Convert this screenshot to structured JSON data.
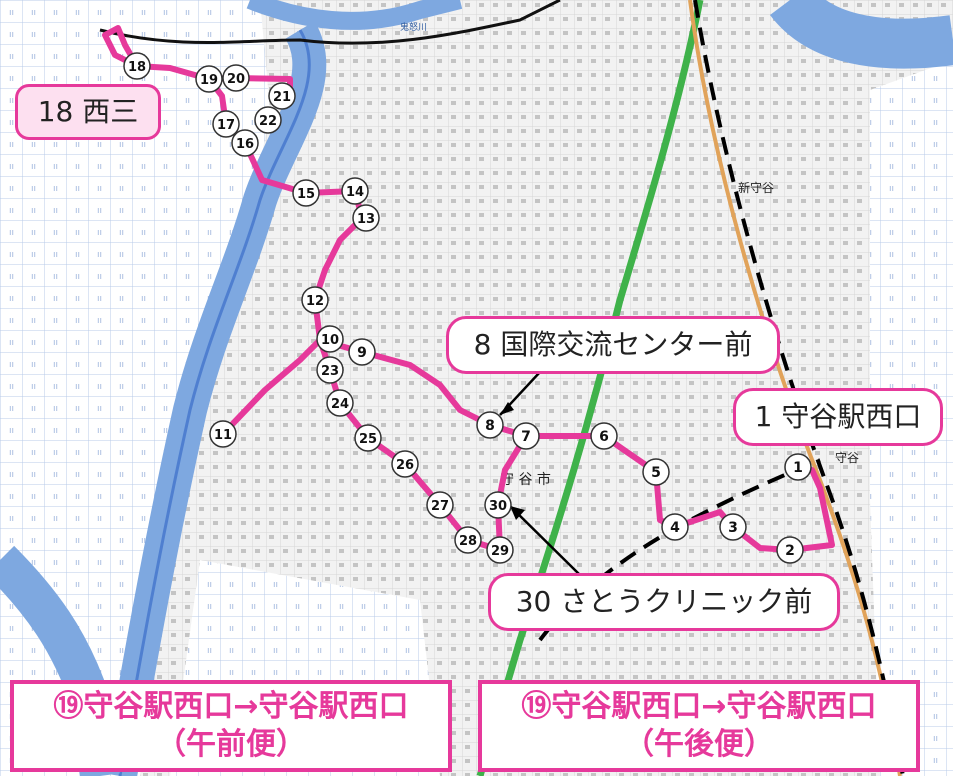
{
  "map": {
    "place_labels": {
      "moriya_city": "守 谷 市",
      "shin_moriya": "新守谷",
      "moriya": "守谷",
      "river": "鬼怒川"
    },
    "stops": [
      "1",
      "2",
      "3",
      "4",
      "5",
      "6",
      "7",
      "8",
      "9",
      "10",
      "11",
      "12",
      "13",
      "14",
      "15",
      "16",
      "17",
      "18",
      "19",
      "20",
      "21",
      "22",
      "23",
      "24",
      "25",
      "26",
      "27",
      "28",
      "29",
      "30"
    ],
    "colors": {
      "route": "#e6399b",
      "river": "#7ea8e0",
      "river_dark": "#4f7fd0",
      "rail_green": "#3fb24a",
      "rail_orange": "#e1a35a",
      "boundary": "#000000"
    }
  },
  "callouts": {
    "start": "1 守谷駅西口",
    "west": "18 西三",
    "center": "8 国際交流センター前",
    "clinic": "30 さとうクリニック前"
  },
  "captions": {
    "morning": {
      "line1": "⑲守谷駅西口→守谷駅西口",
      "line2": "（午前便）"
    },
    "afternoon": {
      "line1": "⑲守谷駅西口→守谷駅西口",
      "line2": "（午後便）"
    }
  }
}
